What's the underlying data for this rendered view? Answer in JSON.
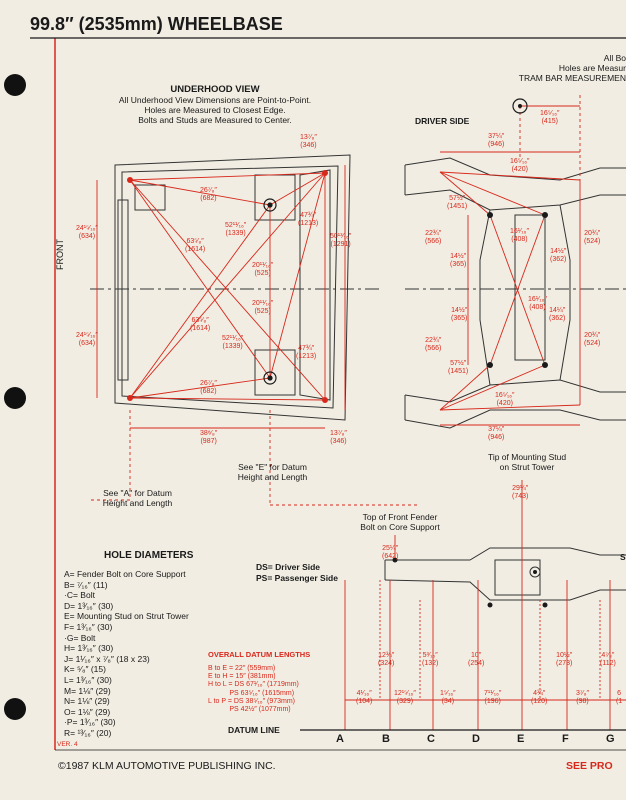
{
  "page_title": "99.8″ (2535mm) WHEELBASE",
  "top_right": {
    "line1": "All Bo",
    "line2": "Holes are Measur",
    "line3": "TRAM BAR MEASUREMEN"
  },
  "underhood": {
    "title": "UNDERHOOD VIEW",
    "note1": "All Underhood View Dimensions are Point-to-Point.",
    "note2": "Holes are Measured to Closest Edge.",
    "note3": "Bolts and Studs are Measured to Center.",
    "front_label": "FRONT",
    "see_e": "See \"E\" for Datum",
    "see_e2": "Height and Length",
    "see_a": "See \"A\" for Datum",
    "see_a2": "Height and Length",
    "dims": [
      {
        "top": "13⁷⁄₈″",
        "bot": "(346)"
      },
      {
        "top": "26⁷⁄₈″",
        "bot": "(682)"
      },
      {
        "top": "52¹¹⁄₁₆″",
        "bot": "(1339)"
      },
      {
        "top": "47¾″",
        "bot": "(1213)"
      },
      {
        "top": "24¹⁵⁄₁₆″",
        "bot": "(634)"
      },
      {
        "top": "63⁵⁄₈″",
        "bot": "(1614)"
      },
      {
        "top": "20¹¹⁄₁₆″",
        "bot": "(525)"
      },
      {
        "top": "50¹³⁄₁₆″",
        "bot": "(1291)"
      },
      {
        "top": "20¹¹⁄₁₆″",
        "bot": "(525)"
      },
      {
        "top": "24¹⁵⁄₁₆″",
        "bot": "(634)"
      },
      {
        "top": "63⁵⁄₈″",
        "bot": "(1614)"
      },
      {
        "top": "52¹¹⁄₁₆″",
        "bot": "(1339)"
      },
      {
        "top": "47¾″",
        "bot": "(1213)"
      },
      {
        "top": "26⁷⁄₈″",
        "bot": "(682)"
      },
      {
        "top": "38⁸⁄₈″",
        "bot": "(987)"
      },
      {
        "top": "13⁷⁄₈″",
        "bot": "(346)"
      }
    ]
  },
  "driver_side": {
    "label": "DRIVER SIDE",
    "dims": [
      {
        "top": "16⁵⁄₁₆″",
        "bot": "(415)"
      },
      {
        "top": "37¼″",
        "bot": "(946)"
      },
      {
        "top": "16⁵⁄₁₆″",
        "bot": "(420)"
      },
      {
        "top": "57½″",
        "bot": "(1451)"
      },
      {
        "top": "22¾″",
        "bot": "(566)"
      },
      {
        "top": "16¹⁄₁₆″",
        "bot": "(408)"
      },
      {
        "top": "14½″",
        "bot": "(362)"
      },
      {
        "top": "14½″",
        "bot": "(365)"
      },
      {
        "top": "20¾″",
        "bot": "(524)"
      },
      {
        "top": "16¹⁄₁₆″",
        "bot": "(408)"
      },
      {
        "top": "14½″",
        "bot": "(365)"
      },
      {
        "top": "14¼″",
        "bot": "(362)"
      },
      {
        "top": "22¾″",
        "bot": "(566)"
      },
      {
        "top": "20¾″",
        "bot": "(524)"
      },
      {
        "top": "57½″",
        "bot": "(1451)"
      },
      {
        "top": "16⁵⁄₁₆″",
        "bot": "(420)"
      },
      {
        "top": "37¼″",
        "bot": "(946)"
      }
    ]
  },
  "side_view": {
    "tip_label1": "Tip of Mounting Stud",
    "tip_label2": "on Strut Tower",
    "tip_dim": {
      "top": "29¼″",
      "bot": "(743)"
    },
    "fender_label1": "Top of Front Fender",
    "fender_label2": "Bolt on Core Support",
    "fender_dim": {
      "top": "25¼″",
      "bot": "(642)"
    },
    "heights": [
      {
        "top": "12¾″",
        "bot": "(324)"
      },
      {
        "top": "5³⁄₁₆″",
        "bot": "(132)"
      },
      {
        "top": "10″",
        "bot": "(254)"
      },
      {
        "top": "10½″",
        "bot": "(273)"
      },
      {
        "top": "4⁷⁄₈″",
        "bot": "(112)"
      }
    ],
    "lengths": [
      {
        "top": "4¹⁄₁₆″",
        "bot": "(104)"
      },
      {
        "top": "12¹⁵⁄₁₆″",
        "bot": "(329)"
      },
      {
        "top": "1⁵⁄₁₆″",
        "bot": "(34)"
      },
      {
        "top": "7¹¹⁄₁₆″",
        "bot": "(196)"
      },
      {
        "top": "4¾″",
        "bot": "(120)"
      },
      {
        "top": "3⁷⁄₈″",
        "bot": "(98)"
      },
      {
        "top": "6",
        "bot": "(1"
      }
    ],
    "datum_line": "DATUM LINE",
    "letters": [
      "A",
      "B",
      "C",
      "D",
      "E",
      "F",
      "G"
    ],
    "edge_s": "S"
  },
  "legend": {
    "ds": "DS= Driver Side",
    "ps": "PS= Passenger Side"
  },
  "hole_diameters": {
    "title": "HOLE DIAMETERS",
    "rows": [
      "A= Fender Bolt on Core Support",
      "B= ⁷⁄₁₆″ (11)",
      "·C= Bolt",
      "D= 1³⁄₁₆″ (30)",
      "E= Mounting Stud on Strut Tower",
      "F= 1³⁄₁₆″ (30)",
      "·G= Bolt",
      "H= 1³⁄₁₆″ (30)",
      "J= 1¹⁄₁₆″ x ⁷⁄₈″ (18 x 23)",
      "K= ⁵⁄₈″ (15)",
      "L= 1³⁄₁₆″ (30)",
      "M= 1⅛″ (29)",
      "N= 1⅛″ (29)",
      "O= 1⅛″ (29)",
      "·P= 1³⁄₁₆″ (30)",
      "R= ¹³⁄₁₆″ (20)"
    ]
  },
  "datum_lengths": {
    "title": "OVERALL DATUM LENGTHS",
    "rows": [
      "B to E = 22″ (559mm)",
      "E to H = 15″ (381mm)",
      "H to L = DS 67¹⁄₁₆″ (1719mm)",
      "           PS 63⁵⁄₁₆″ (1615mm)",
      "L to P = DS 38⁵⁄₁₆″ (973mm)",
      "           PS 42½″ (1077mm)"
    ]
  },
  "version": "VER. 4",
  "copyright": "©1987 KLM AUTOMOTIVE PUBLISHING INC.",
  "see_next": "SEE PRO"
}
